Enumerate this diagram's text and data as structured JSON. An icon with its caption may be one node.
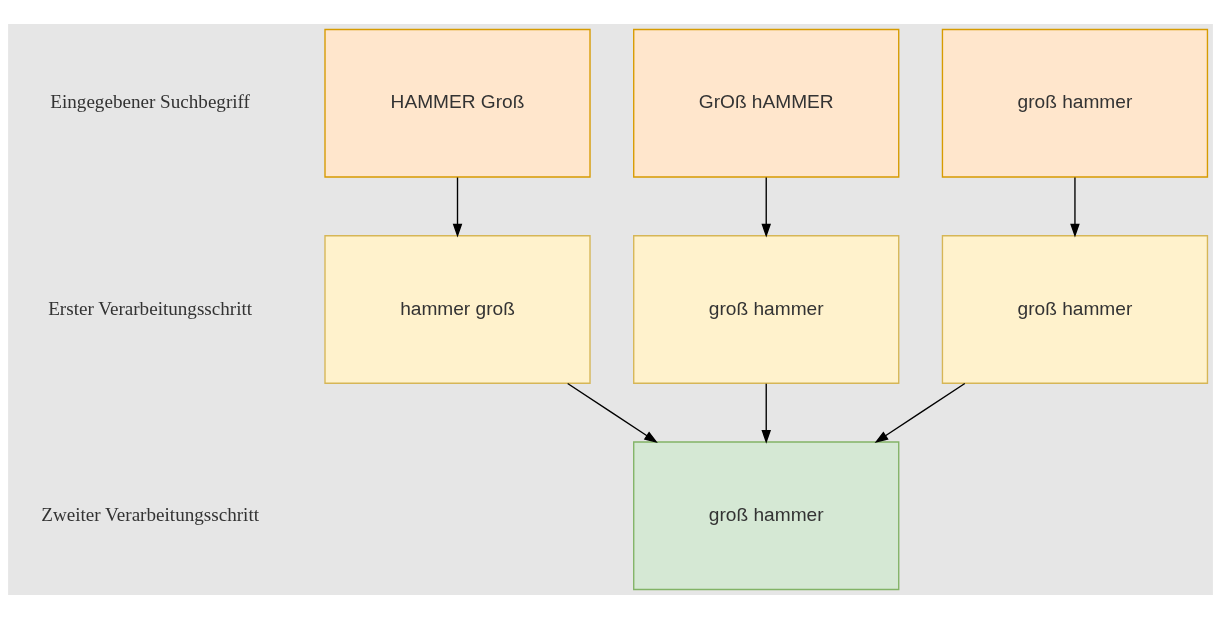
{
  "diagram": {
    "nodes": [
      {
        "text": [
          "HAMMER Groß"
        ]
      },
      {
        "text": [
          "GrOß hAMMER"
        ]
      },
      {
        "text": [
          "groß hammer"
        ]
      },
      {
        "text": [
          "hammer groß"
        ]
      },
      {
        "text": [
          "groß hammer"
        ]
      },
      {
        "text": [
          "groß hammer"
        ]
      },
      {
        "text": [
          "groß hammer"
        ]
      }
    ],
    "edges": [
      {
        "from": 0,
        "to": 3,
        "arrow": "to"
      },
      {
        "from": 1,
        "to": 4,
        "arrow": "to"
      },
      {
        "from": 2,
        "to": 5,
        "arrow": "to"
      },
      {
        "from": 3,
        "to": 6,
        "arrow": "to"
      },
      {
        "from": 4,
        "to": 6,
        "arrow": "to"
      },
      {
        "from": 5,
        "to": 6,
        "arrow": "to"
      }
    ],
    "labels": [
      "Eingegebener Suchbegriff",
      "Erster Verarbeitungsschritt",
      "Zweiter Verarbeitungsschritt"
    ]
  }
}
